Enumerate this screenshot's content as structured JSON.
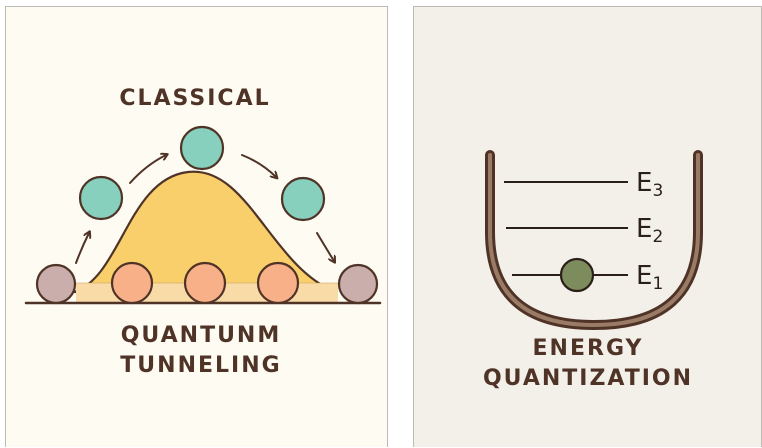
{
  "left_panel": {
    "top_label": "CLASSICAL",
    "bottom_label_line1": "QUANTUNM",
    "bottom_label_line2": "TUNNELING"
  },
  "right_panel": {
    "levels": [
      {
        "letter": "E",
        "sub": "3"
      },
      {
        "letter": "E",
        "sub": "2"
      },
      {
        "letter": "E",
        "sub": "1"
      }
    ],
    "label_line1": "ENERGY",
    "label_line2": "QUANTIZATION"
  },
  "colors": {
    "barrier": "#f8cf6b",
    "classical_ball": "#86d0bd",
    "tunneling_ball": "#f7b088",
    "endpoint_ball": "#c9aeac",
    "well_ball": "#7d8c5c",
    "ink": "#4f3326"
  }
}
